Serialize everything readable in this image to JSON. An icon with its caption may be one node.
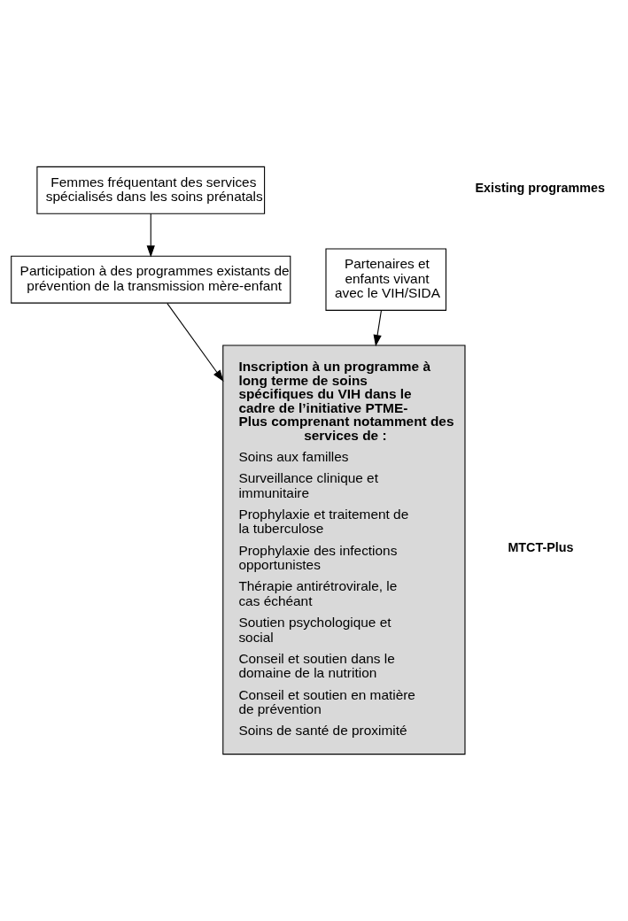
{
  "diagram": {
    "nodes": [
      {
        "text": [
          "Femmes fréquentant des services spécialisés dans les soins prénatals"
        ]
      },
      {
        "text": [
          "Participation à des programmes existants de prévention de la transmission mère-enfant"
        ]
      },
      {
        "text": [
          "Partenaires et enfants vivant avec le VIH/SIDA"
        ]
      },
      {
        "text": [
          "Inscription à un programme à long terme de soins spécifiques du VIH dans le cadre de l’initiative PTME-Plus comprenant notamment des services de :",
          "Soins aux familles",
          "Surveillance clinique et immunitaire",
          "Prophylaxie et traitement de la tuberculose",
          "Prophylaxie des infections opportunistes",
          "Thérapie antirétrovirale, le cas échéant",
          "Soutien psychologique et social",
          "Conseil et soutien dans le domaine de la nutrition",
          "Conseil et soutien en matière de prévention",
          "Soins de santé de proximité"
        ]
      }
    ],
    "edges": [
      {
        "from": 0,
        "to": 1,
        "arrow": "to"
      },
      {
        "from": 1,
        "to": 3,
        "arrow": "to"
      },
      {
        "from": 2,
        "to": 3,
        "arrow": "to"
      }
    ],
    "labels": [
      "Existing programmes",
      "MTCT-Plus"
    ]
  }
}
